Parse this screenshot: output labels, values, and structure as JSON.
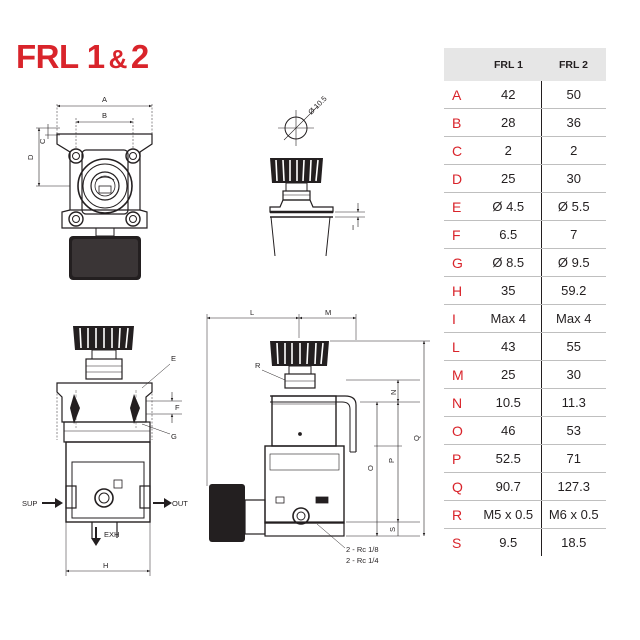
{
  "title": {
    "main": "FRL 1",
    "amp": "&",
    "num": "2"
  },
  "table": {
    "columns": [
      "FRL 1",
      "FRL 2"
    ],
    "rows": [
      {
        "label": "A",
        "frl1": "42",
        "frl2": "50"
      },
      {
        "label": "B",
        "frl1": "28",
        "frl2": "36"
      },
      {
        "label": "C",
        "frl1": "2",
        "frl2": "2"
      },
      {
        "label": "D",
        "frl1": "25",
        "frl2": "30"
      },
      {
        "label": "E",
        "frl1": "Ø 4.5",
        "frl2": "Ø 5.5"
      },
      {
        "label": "F",
        "frl1": "6.5",
        "frl2": "7"
      },
      {
        "label": "G",
        "frl1": "Ø 8.5",
        "frl2": "Ø 9.5"
      },
      {
        "label": "H",
        "frl1": "35",
        "frl2": "59.2"
      },
      {
        "label": "I",
        "frl1": "Max 4",
        "frl2": "Max 4"
      },
      {
        "label": "L",
        "frl1": "43",
        "frl2": "55"
      },
      {
        "label": "M",
        "frl1": "25",
        "frl2": "30"
      },
      {
        "label": "N",
        "frl1": "10.5",
        "frl2": "11.3"
      },
      {
        "label": "O",
        "frl1": "46",
        "frl2": "53"
      },
      {
        "label": "P",
        "frl1": "52.5",
        "frl2": "71"
      },
      {
        "label": "Q",
        "frl1": "90.7",
        "frl2": "127.3"
      },
      {
        "label": "R",
        "frl1": "M5 x 0.5",
        "frl2": "M6 x 0.5"
      },
      {
        "label": "S",
        "frl1": "9.5",
        "frl2": "18.5"
      }
    ]
  },
  "drawing": {
    "labels": {
      "A": "A",
      "B": "B",
      "C": "C",
      "D": "D",
      "E": "E",
      "F": "F",
      "G": "G",
      "H": "H",
      "I": "I",
      "L": "L",
      "M": "M",
      "N": "N",
      "O": "O",
      "P": "P",
      "Q": "Q",
      "R": "R",
      "S": "S",
      "dia105": "Ø 10.5",
      "sup": "SUP",
      "out": "OUT",
      "exh": "EXH",
      "port18": "2 - Rc 1/8",
      "port14": "2 - Rc 1/4"
    }
  }
}
